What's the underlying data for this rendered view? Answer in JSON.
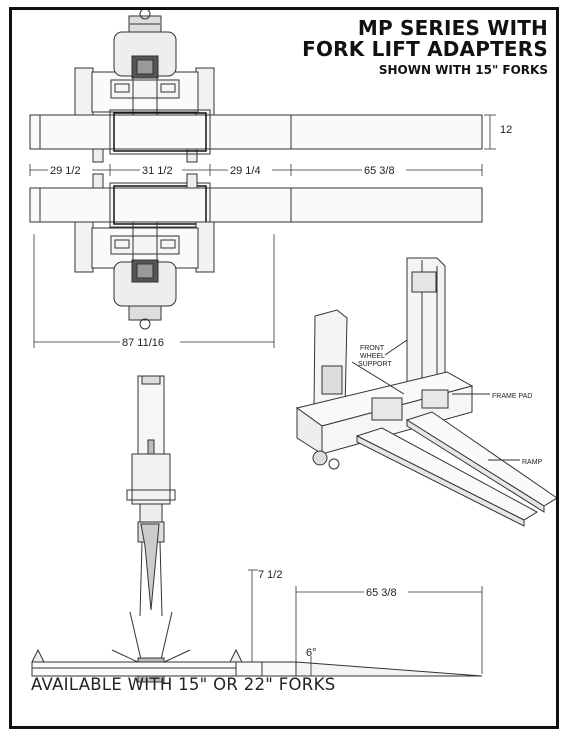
{
  "title": {
    "line1": "MP SERIES WITH",
    "line2": "FORK LIFT ADAPTERS",
    "subtitle": "SHOWN WITH 15\" FORKS"
  },
  "dimensions": {
    "fork_height": "12",
    "seg1": "29 1/2",
    "seg2": "31 1/2",
    "seg3": "29 1/4",
    "seg4": "65 3/8",
    "overall_width": "87 11/16",
    "side_height": "7 1/2",
    "ramp_length": "65 3/8",
    "ramp_angle": "6°"
  },
  "callouts": {
    "front_wheel_1": "FRONT",
    "front_wheel_2": "WHEEL",
    "front_wheel_3": "SUPPORT",
    "frame_pad": "FRAME PAD",
    "ramp": "RAMP"
  },
  "footer": "AVAILABLE WITH 15\" OR 22\" FORKS"
}
